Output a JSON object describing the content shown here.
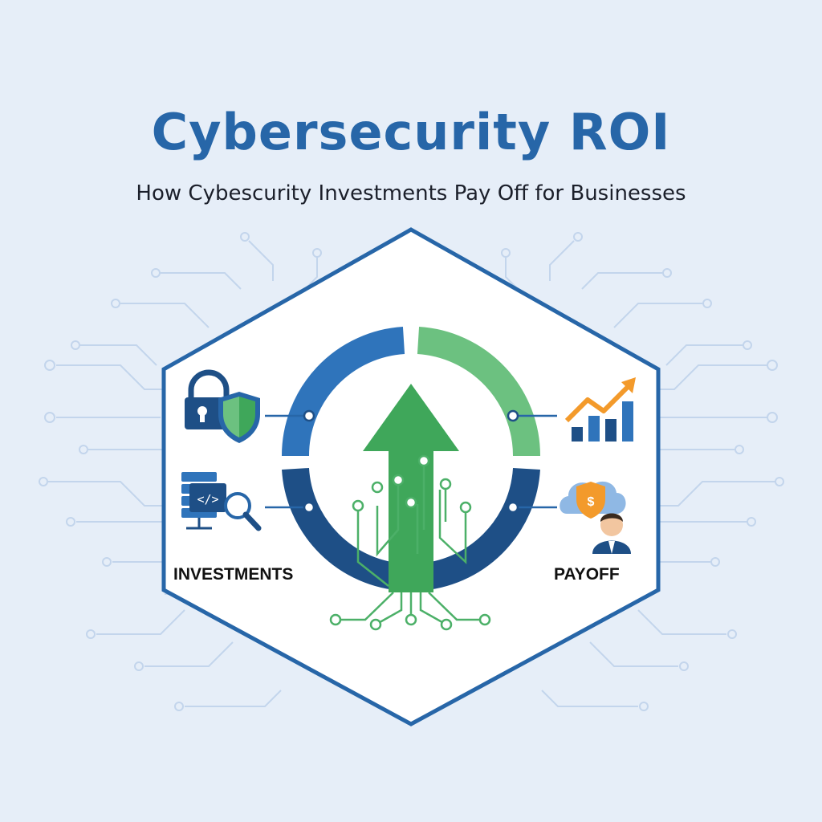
{
  "header": {
    "title": "Cybersecurity ROI",
    "subtitle": "How Cybescurity Investments Pay Off for Businesses"
  },
  "diagram": {
    "left_label": "INVESTMENTS",
    "right_label": "PAYOFF",
    "left_icons": [
      "padlock-shield-icon",
      "code-server-search-icon"
    ],
    "right_icons": [
      "growth-chart-icon",
      "businessman-cloud-dollar-icon"
    ],
    "code_glyph": "</>",
    "currency_glyph": "$"
  },
  "colors": {
    "background": "#e6eef8",
    "primary_blue": "#2766a8",
    "dark_blue": "#1e4f86",
    "green": "#3fa75a",
    "light_green": "#6cc180",
    "orange": "#f39a2b",
    "circuit": "#bfd3ec"
  }
}
